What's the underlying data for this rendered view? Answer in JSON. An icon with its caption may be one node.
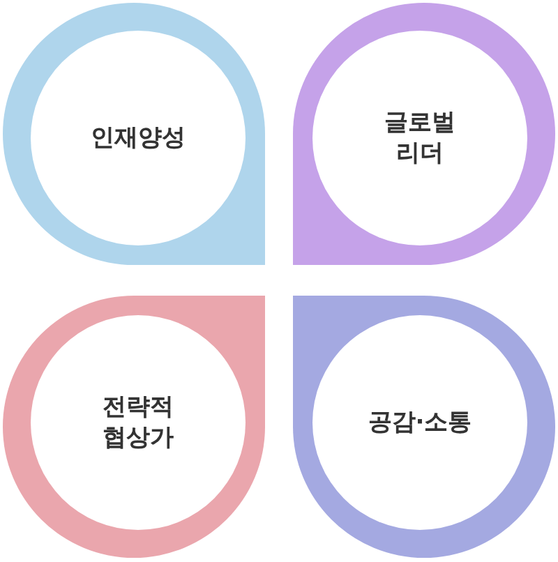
{
  "diagram": {
    "nodes": [
      {
        "text": [
          "인재양성"
        ]
      },
      {
        "text": [
          "글로벌 리더"
        ]
      },
      {
        "text": [
          "전략적 협상가"
        ]
      },
      {
        "text": [
          "공감·소통"
        ]
      }
    ]
  }
}
